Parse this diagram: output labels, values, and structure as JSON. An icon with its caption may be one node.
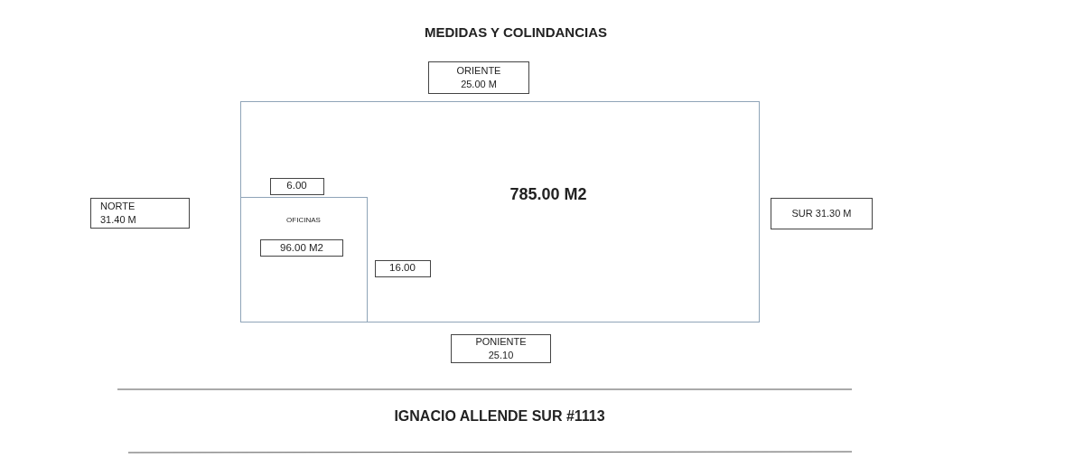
{
  "diagram": {
    "title": "MEDIDAS Y COLINDANCIAS",
    "nodes": [
      {
        "text": [
          "785.00 M2"
        ]
      },
      {
        "text": [
          "OFICINAS"
        ],
        "in": 0
      },
      {
        "text": [
          "96.00 M2"
        ],
        "in": 1
      },
      {
        "text": [
          "6.00"
        ],
        "in": 0
      },
      {
        "text": [
          "16.00"
        ],
        "in": 0
      },
      {
        "text": [
          "ORIENTE 25.00 M"
        ]
      },
      {
        "text": [
          "NORTE 31.40 M"
        ]
      },
      {
        "text": [
          "SUR 31.30 M"
        ]
      },
      {
        "text": [
          "PONIENTE 25.10"
        ]
      }
    ],
    "edges": [],
    "labels": [
      "IGNACIO ALLENDE SUR #1113"
    ]
  }
}
